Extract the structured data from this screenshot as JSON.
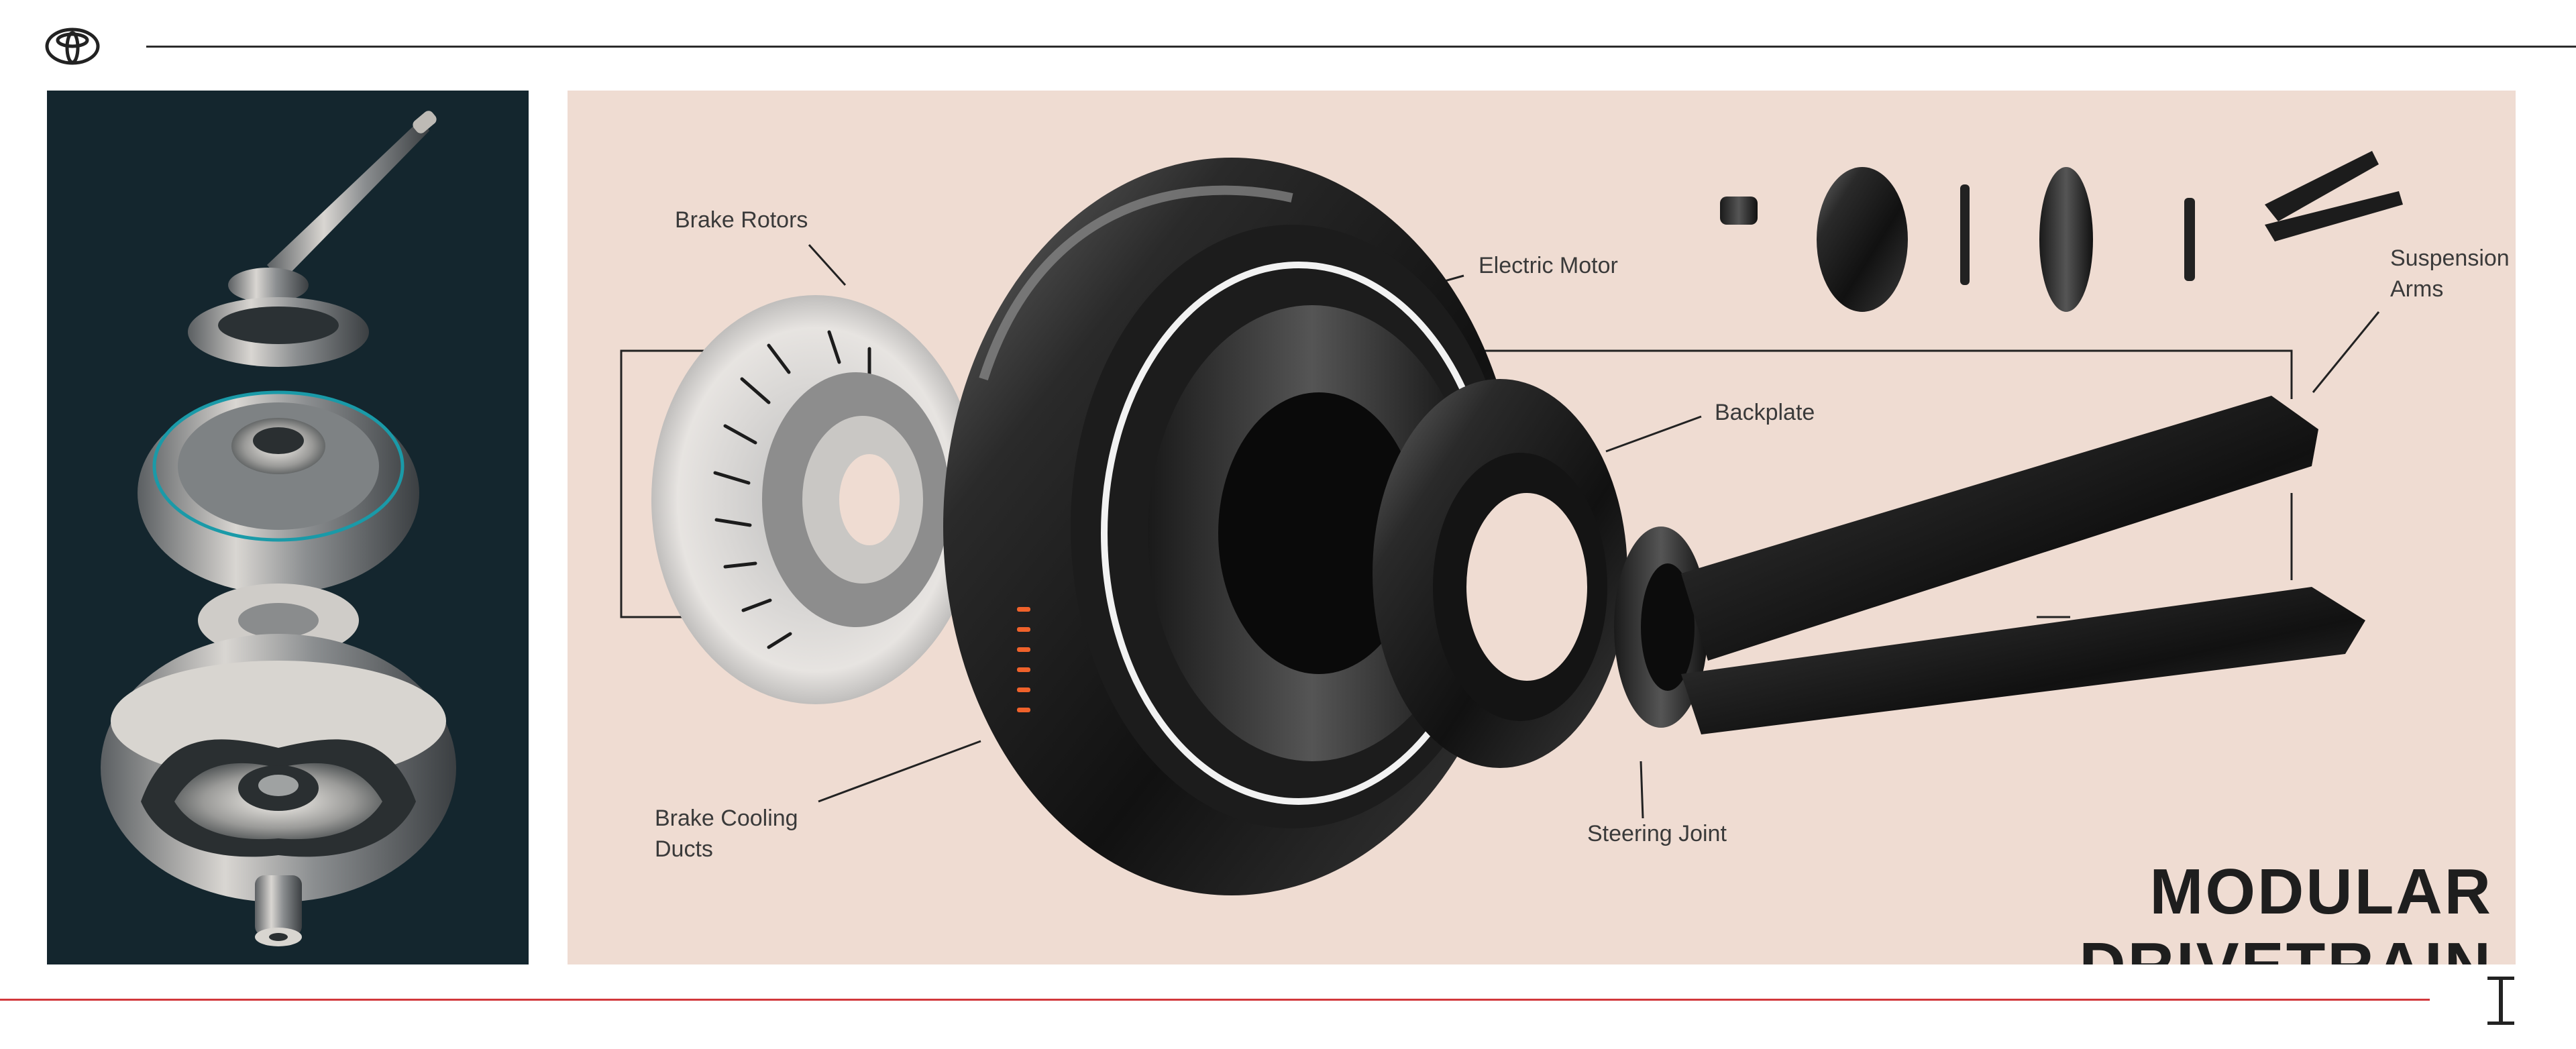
{
  "title": "MODULAR DRIVETRAIN",
  "callouts": {
    "brake_rotors": "Brake Rotors",
    "electric_motor": "Electric Motor",
    "backplate": "Backplate",
    "suspension_arms": "Suspension\nArms",
    "steering_joint": "Steering Joint",
    "brake_cooling_ducts": "Brake Cooling\nDucts"
  },
  "icons": {
    "brand_logo": "toyota-emblem-icon",
    "corner_mark": "i-beam-mark-icon"
  },
  "colors": {
    "top_rule": "#2c2c2c",
    "bottom_rule": "#d2383c",
    "left_panel_bg": "#14262e",
    "right_panel_bg": "#efdcd2",
    "accent_orange": "#f0622b",
    "accent_teal": "#1a9aa8"
  }
}
